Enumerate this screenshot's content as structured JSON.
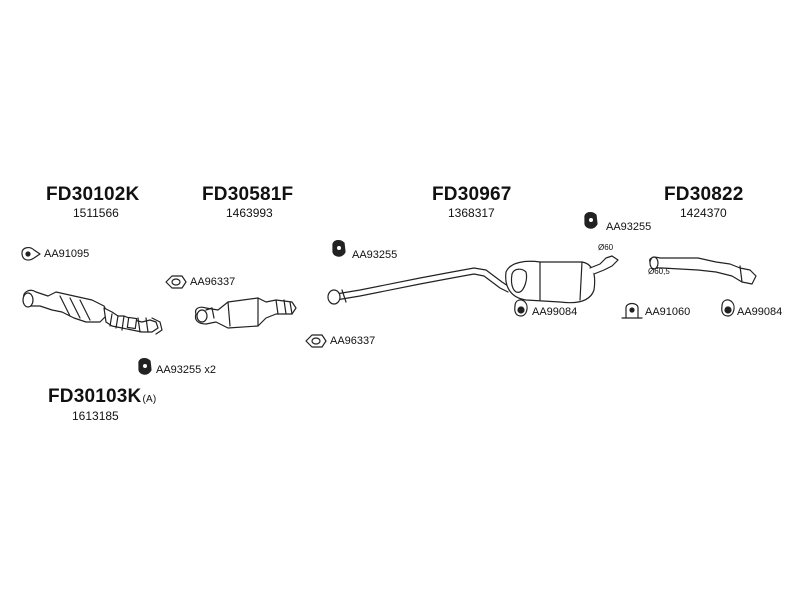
{
  "assemblies": [
    {
      "code": "FD30102K",
      "ref": "1511566"
    },
    {
      "code": "FD30581F",
      "ref": "1463993"
    },
    {
      "code": "FD30967",
      "ref": "1368317"
    },
    {
      "code": "FD30822",
      "ref": "1424370"
    },
    {
      "code": "FD30103K",
      "suffix": "(A)",
      "ref": "1613185"
    }
  ],
  "fittings": [
    {
      "code": "AA91095",
      "icon": "hanger-icon"
    },
    {
      "code": "AA96337",
      "icon": "gasket-ring-icon"
    },
    {
      "code": "AA93255",
      "icon": "rubber-mount-icon"
    },
    {
      "code": "AA96337",
      "icon": "gasket-ring-icon"
    },
    {
      "code": "AA93255 x2",
      "icon": "rubber-mount-icon"
    },
    {
      "code": "AA93255",
      "icon": "rubber-mount-icon"
    },
    {
      "code": "AA99084",
      "icon": "rubber-mount-icon"
    },
    {
      "code": "AA91060",
      "icon": "clamp-icon"
    },
    {
      "code": "AA99084",
      "icon": "rubber-mount-icon"
    }
  ],
  "diameters": [
    "Ø60",
    "Ø60,5"
  ]
}
